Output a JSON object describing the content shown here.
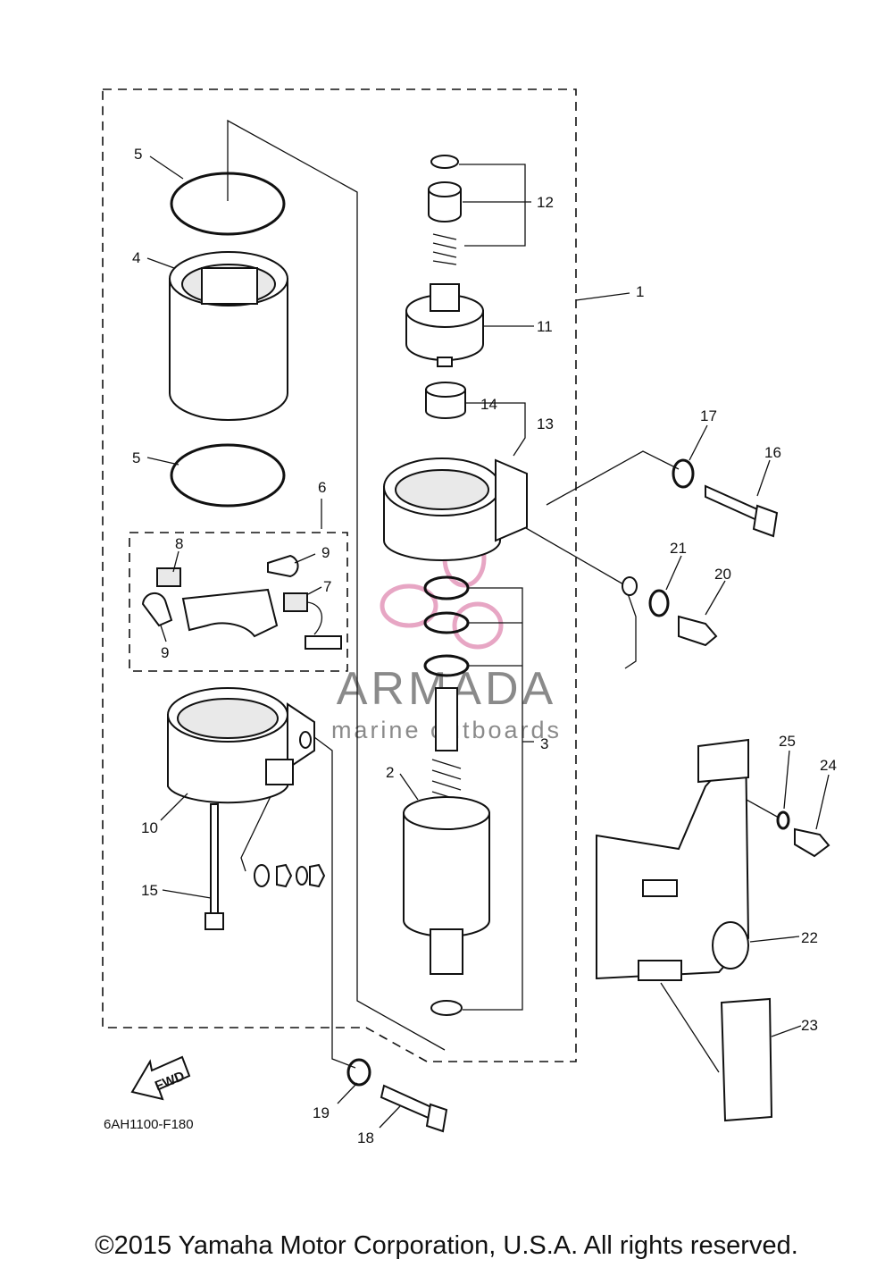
{
  "diagram": {
    "ref_code": "6AH1100-F180",
    "fwd_label": "FWD",
    "watermark": {
      "brand": "ARMADA",
      "tagline": "marine outboards",
      "pink": "#e7a6c4",
      "gray": "#8a8a8a"
    },
    "callouts": {
      "p1": "1",
      "p2": "2",
      "p3": "3",
      "p4": "4",
      "p5a": "5",
      "p5b": "5",
      "p6": "6",
      "p7": "7",
      "p8": "8",
      "p9a": "9",
      "p9b": "9",
      "p10": "10",
      "p11": "11",
      "p12": "12",
      "p13": "13",
      "p14": "14",
      "p15": "15",
      "p16": "16",
      "p17": "17",
      "p18": "18",
      "p19": "19",
      "p20": "20",
      "p21": "21",
      "p22": "22",
      "p23": "23",
      "p24": "24",
      "p25": "25"
    }
  },
  "footer": {
    "copyright": "©2015 Yamaha Motor Corporation, U.S.A. All rights reserved."
  }
}
